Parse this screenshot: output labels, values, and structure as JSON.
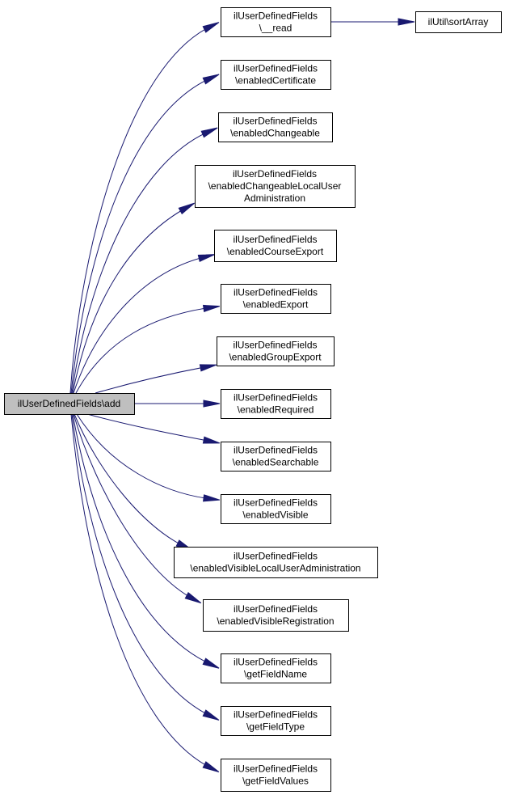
{
  "diagram": {
    "type": "call-graph",
    "colors": {
      "edge": "#191970",
      "root_fill": "#bfbfbf",
      "node_fill": "#ffffff",
      "border": "#000000"
    },
    "root": {
      "id": "add",
      "lines": [
        "ilUserDefinedFields\\add"
      ]
    },
    "nodes": [
      {
        "id": "read",
        "lines": [
          "ilUserDefinedFields",
          "\\__read"
        ]
      },
      {
        "id": "sortArray",
        "lines": [
          "ilUtil\\sortArray"
        ]
      },
      {
        "id": "enabledCertificate",
        "lines": [
          "ilUserDefinedFields",
          "\\enabledCertificate"
        ]
      },
      {
        "id": "enabledChangeable",
        "lines": [
          "ilUserDefinedFields",
          "\\enabledChangeable"
        ]
      },
      {
        "id": "enabledChangeableLocalUserAdministration",
        "lines": [
          "ilUserDefinedFields",
          "\\enabledChangeableLocalUser",
          "Administration"
        ]
      },
      {
        "id": "enabledCourseExport",
        "lines": [
          "ilUserDefinedFields",
          "\\enabledCourseExport"
        ]
      },
      {
        "id": "enabledExport",
        "lines": [
          "ilUserDefinedFields",
          "\\enabledExport"
        ]
      },
      {
        "id": "enabledGroupExport",
        "lines": [
          "ilUserDefinedFields",
          "\\enabledGroupExport"
        ]
      },
      {
        "id": "enabledRequired",
        "lines": [
          "ilUserDefinedFields",
          "\\enabledRequired"
        ]
      },
      {
        "id": "enabledSearchable",
        "lines": [
          "ilUserDefinedFields",
          "\\enabledSearchable"
        ]
      },
      {
        "id": "enabledVisible",
        "lines": [
          "ilUserDefinedFields",
          "\\enabledVisible"
        ]
      },
      {
        "id": "enabledVisibleLocalUserAdministration",
        "lines": [
          "ilUserDefinedFields",
          "\\enabledVisibleLocalUserAdministration"
        ]
      },
      {
        "id": "enabledVisibleRegistration",
        "lines": [
          "ilUserDefinedFields",
          "\\enabledVisibleRegistration"
        ]
      },
      {
        "id": "getFieldName",
        "lines": [
          "ilUserDefinedFields",
          "\\getFieldName"
        ]
      },
      {
        "id": "getFieldType",
        "lines": [
          "ilUserDefinedFields",
          "\\getFieldType"
        ]
      },
      {
        "id": "getFieldValues",
        "lines": [
          "ilUserDefinedFields",
          "\\getFieldValues"
        ]
      }
    ],
    "edges": [
      [
        "add",
        "read"
      ],
      [
        "read",
        "sortArray"
      ],
      [
        "add",
        "enabledCertificate"
      ],
      [
        "add",
        "enabledChangeable"
      ],
      [
        "add",
        "enabledChangeableLocalUserAdministration"
      ],
      [
        "add",
        "enabledCourseExport"
      ],
      [
        "add",
        "enabledExport"
      ],
      [
        "add",
        "enabledGroupExport"
      ],
      [
        "add",
        "enabledRequired"
      ],
      [
        "add",
        "enabledSearchable"
      ],
      [
        "add",
        "enabledVisible"
      ],
      [
        "add",
        "enabledVisibleLocalUserAdministration"
      ],
      [
        "add",
        "enabledVisibleRegistration"
      ],
      [
        "add",
        "getFieldName"
      ],
      [
        "add",
        "getFieldType"
      ],
      [
        "add",
        "getFieldValues"
      ]
    ]
  }
}
